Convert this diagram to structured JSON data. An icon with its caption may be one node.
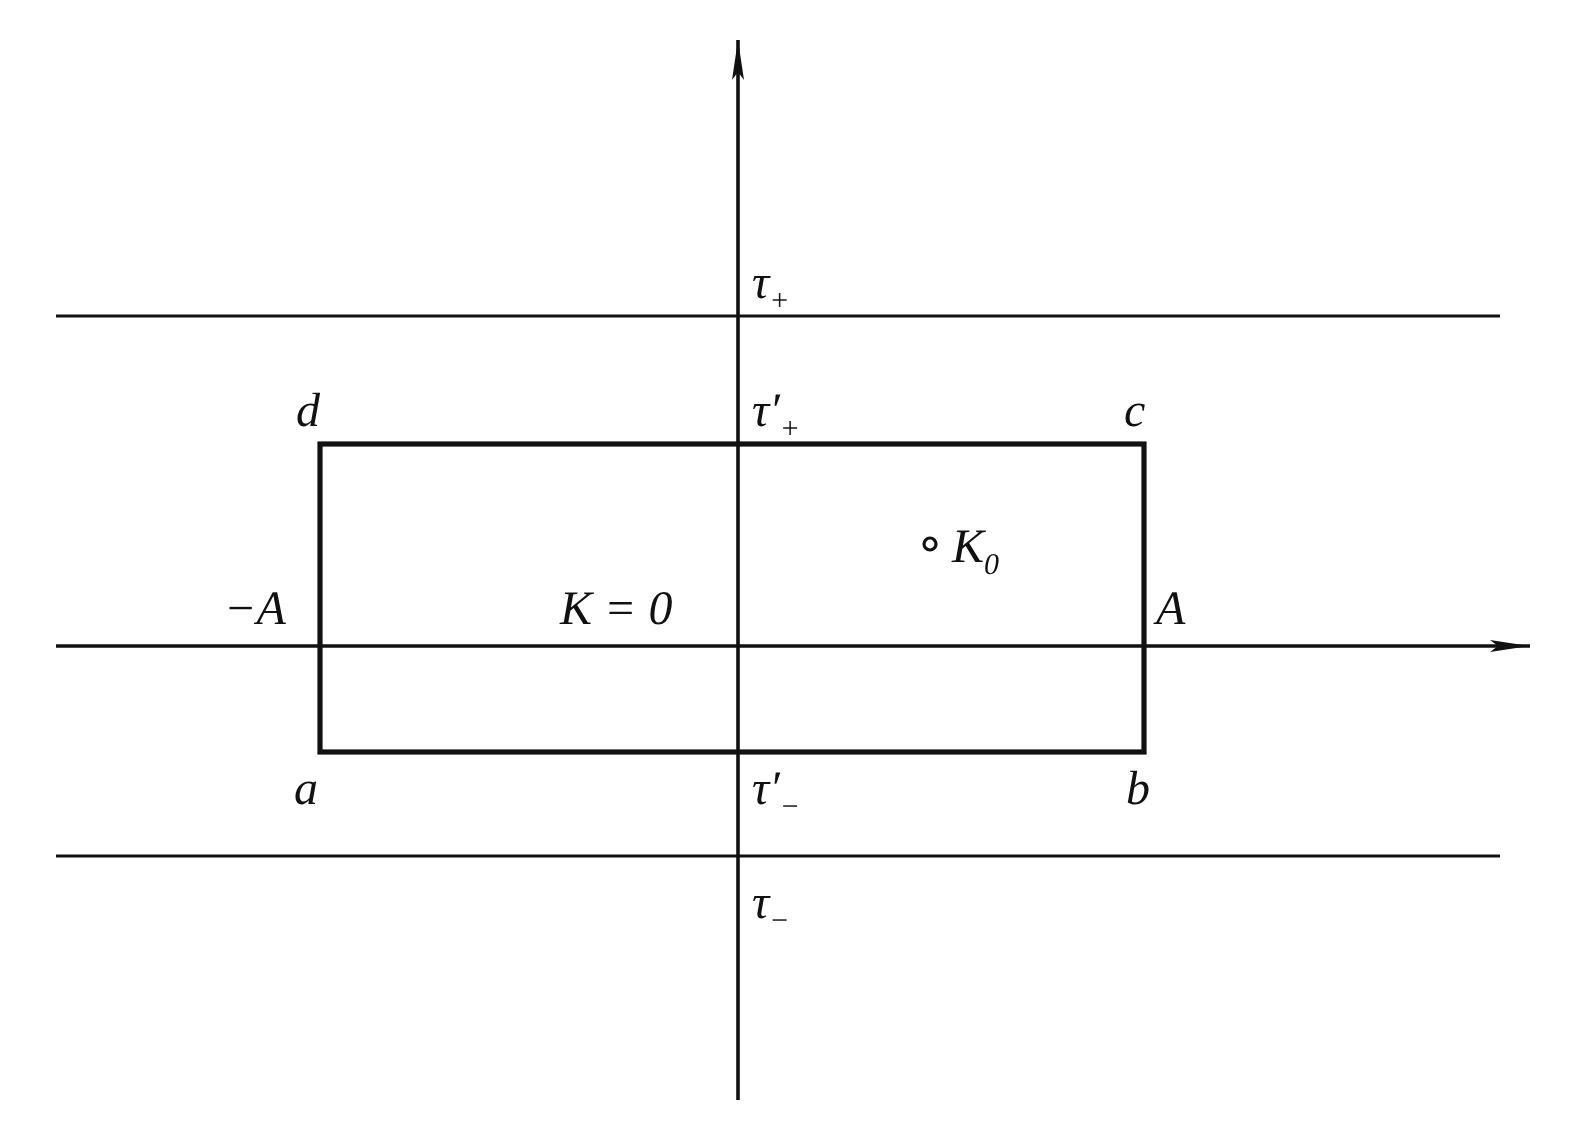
{
  "diagram": {
    "labels": [
      "τ$_{+}$",
      "d",
      "τ′$_{+}$",
      "c",
      "K$_{0}$",
      "−A",
      "K = 0",
      "A",
      "a",
      "τ′$_{−}$",
      "b",
      "τ$_{−}$"
    ]
  }
}
